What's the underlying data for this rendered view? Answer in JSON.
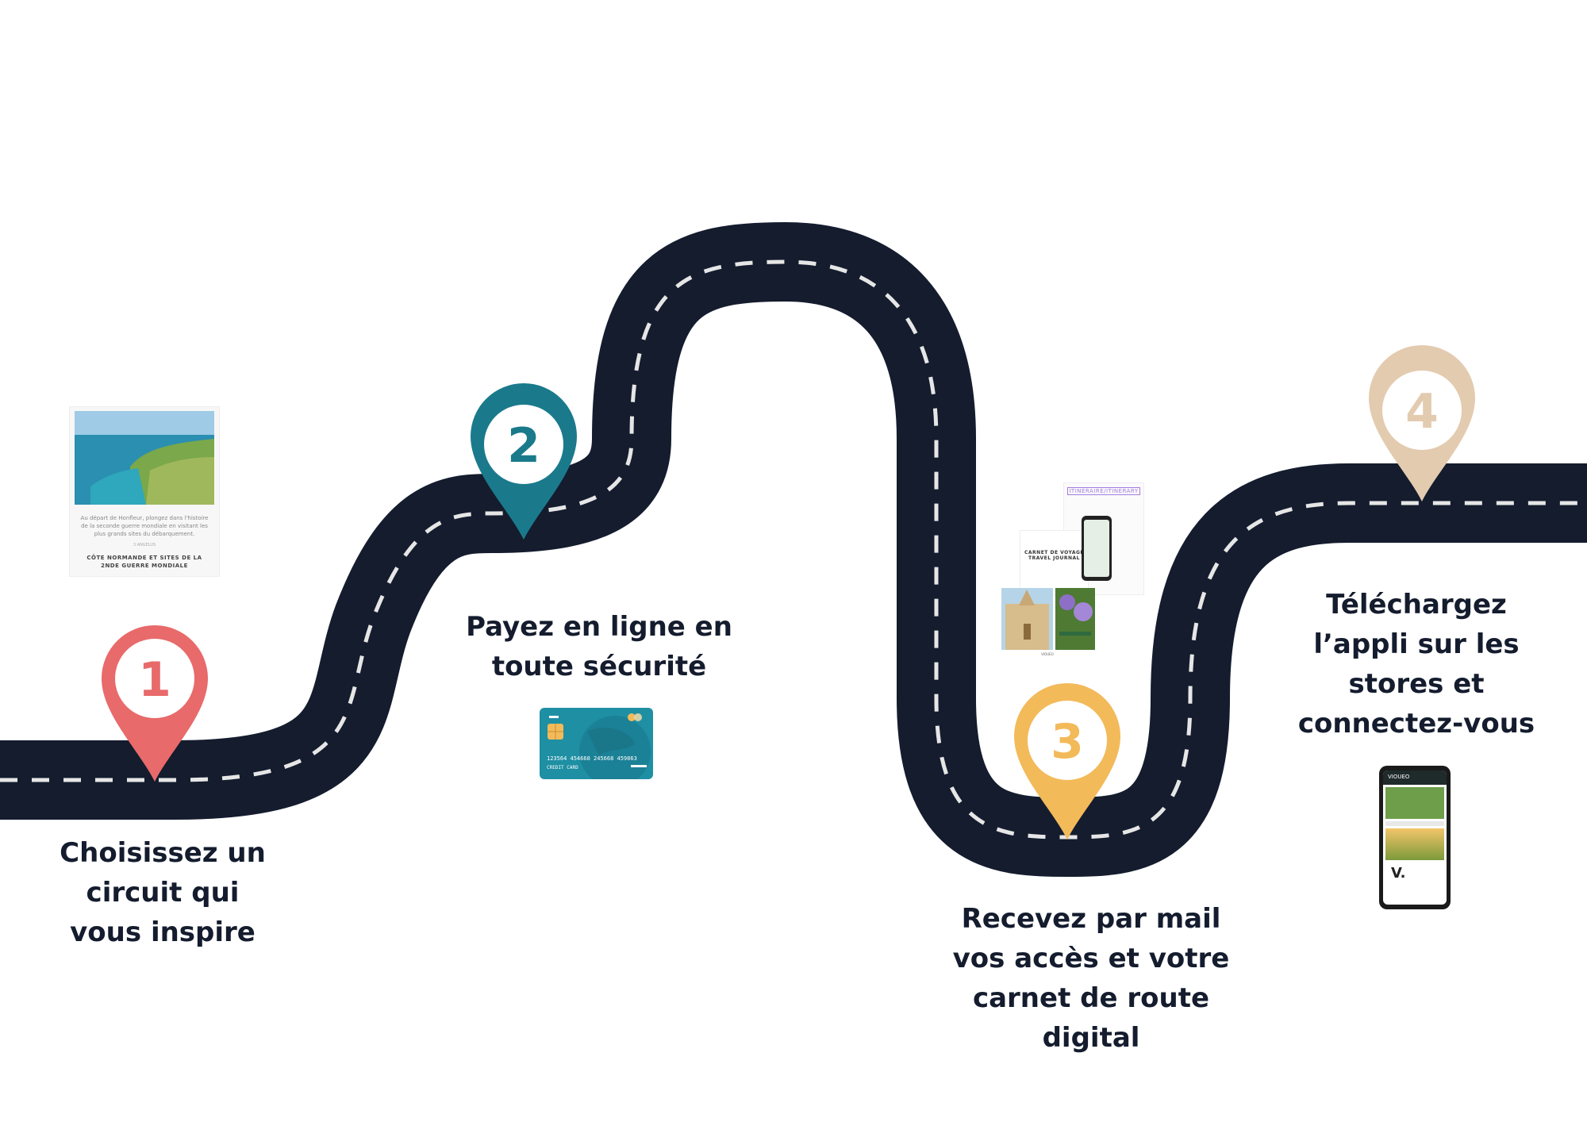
{
  "colors": {
    "road": "#141c2e",
    "dash": "#e6e6e6",
    "pin_1": "#e86a6a",
    "pin_2": "#1a7a8c",
    "pin_3": "#f3ba5a",
    "pin_4": "#e3cbb0"
  },
  "steps": [
    {
      "number": "1",
      "text": "Choisissez un\ncircuit  qui\nvous inspire"
    },
    {
      "number": "2",
      "text": "Payez en ligne en\ntoute sécurité"
    },
    {
      "number": "3",
      "text": "Recevez par mail\nvos accès et votre\ncarnet de route\ndigital"
    },
    {
      "number": "4",
      "text": "Téléchargez\nl’appli sur les\nstores et\nconnectez-vous"
    }
  ],
  "circuit_card": {
    "description": "Au départ de Honfleur, plongez dans l'histoire de la seconde guerre mondiale en visitant les plus grands sites du débarquement.",
    "meta": "3 ANGELUS",
    "caption": "CÔTE NORMANDE ET SITES DE LA 2NDE GUERRE MONDIALE"
  },
  "credit_card": {
    "number": "123564  454668  245668  459863",
    "label": "CREDIT CARD"
  },
  "journal": {
    "itinerary_title": "ITINÉRAIRE/ITINERARY",
    "title_line1": "CARNET DE VOYAGE",
    "title_line2": "TRAVEL JOURNAL",
    "brand": "VIOUEO"
  },
  "phone": {
    "brand": "VIOUEO",
    "logo_letter": "V."
  }
}
